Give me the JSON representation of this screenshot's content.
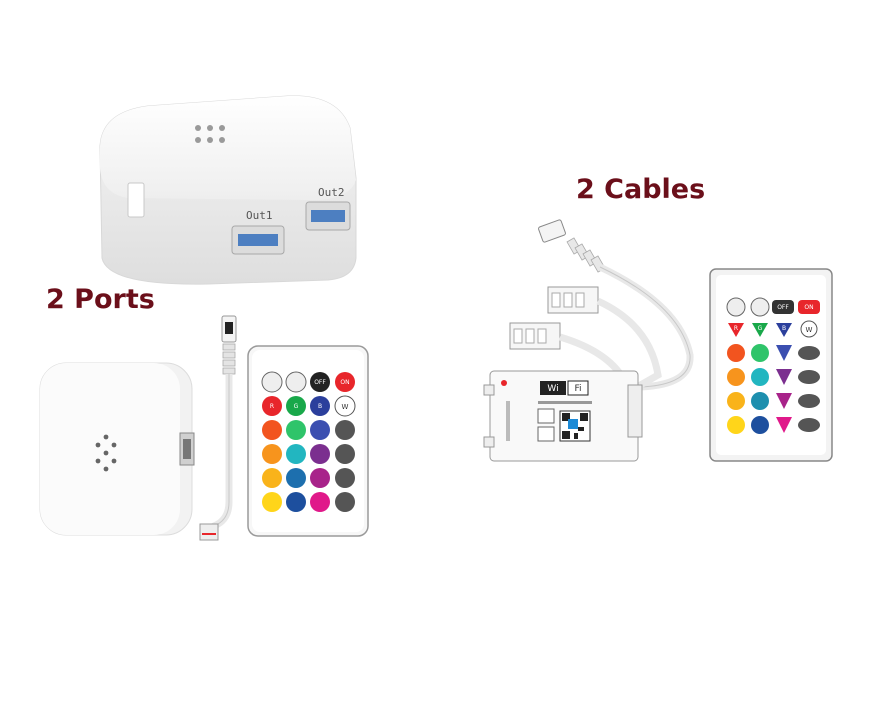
{
  "labels": {
    "ports": "2 Ports",
    "cables": "2 Cables"
  },
  "hub": {
    "port1": "Out1",
    "port2": "Out2"
  },
  "remote": {
    "off": "OFF",
    "on": "ON",
    "r": "R",
    "g": "G",
    "b": "B",
    "w": "W"
  },
  "controller": {
    "wifi_left": "Wi",
    "wifi_right": "Fi"
  },
  "colors": {
    "label": "#6b0f1a",
    "device": "#f4f4f4",
    "remote_buttons": [
      "#e8262b",
      "#19a84a",
      "#2b3f9c",
      "#f26a1f",
      "#22b6a0",
      "#5a2f8f",
      "#f7941d",
      "#17a3c6",
      "#8b2d7a",
      "#ffd51a",
      "#1d4f9e",
      "#e0198a"
    ]
  }
}
